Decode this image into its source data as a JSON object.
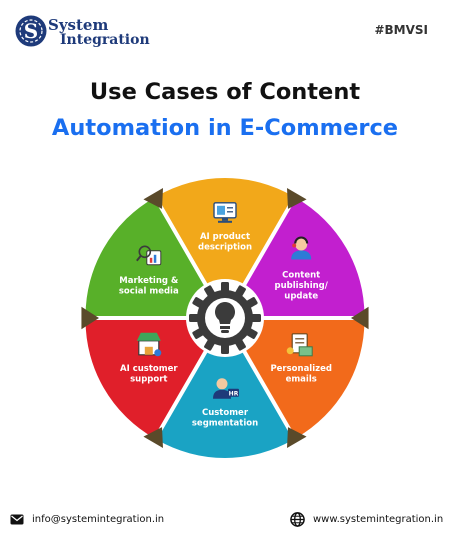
{
  "brand": {
    "name_line1": "System",
    "name_line2": "Integration",
    "hashtag": "#BMVSI",
    "colors": {
      "navy": "#1e3a7a",
      "accent_blue": "#1a6ff0"
    }
  },
  "title": {
    "line1": "Use Cases of Content",
    "line2": "Automation in E-Commerce"
  },
  "wheel": {
    "center_icon": "lightbulb-gear-icon",
    "segments": [
      {
        "lines": [
          "AI product",
          "description"
        ],
        "color": "#f2a81a",
        "icon": "computer-monitor-icon"
      },
      {
        "lines": [
          "Content",
          "publishing/",
          "update"
        ],
        "color": "#c21fcf",
        "icon": "support-agent-icon"
      },
      {
        "lines": [
          "Personalized",
          "emails"
        ],
        "color": "#f26a1b",
        "icon": "email-newsletter-icon"
      },
      {
        "lines": [
          "Customer",
          "segmentation"
        ],
        "color": "#1aa3c4",
        "icon": "hr-person-icon"
      },
      {
        "lines": [
          "AI customer",
          "support"
        ],
        "color": "#e01f2a",
        "icon": "shop-store-icon"
      },
      {
        "lines": [
          "Marketing &",
          "social media"
        ],
        "color": "#58b029",
        "icon": "search-chart-icon"
      }
    ]
  },
  "footer": {
    "email": "info@systemintegration.in",
    "website": "www.systemintegration.in",
    "email_icon": "envelope-icon",
    "website_icon": "globe-icon"
  }
}
